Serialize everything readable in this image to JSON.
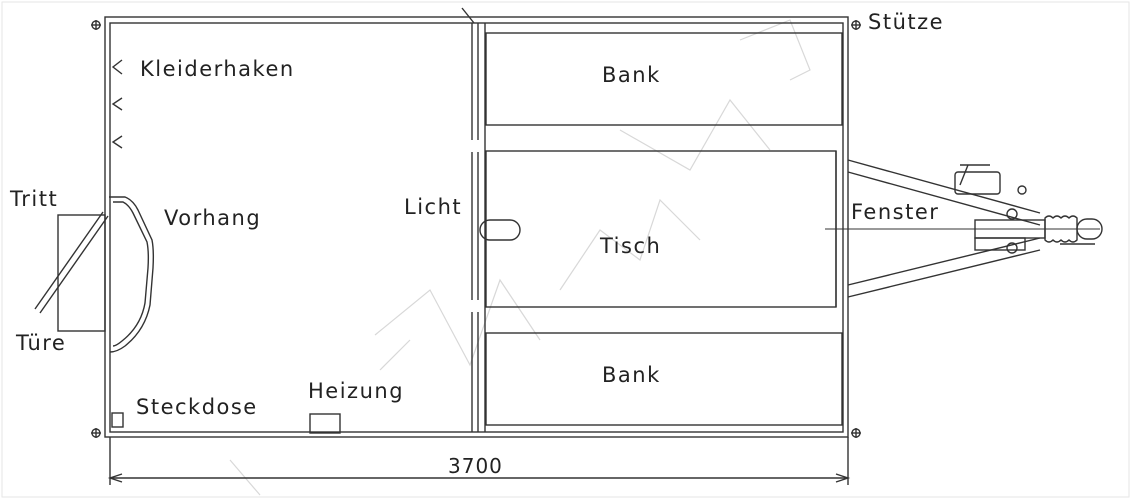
{
  "diagram": {
    "labels": {
      "stuetze": "Stütze",
      "kleiderhaken": "Kleiderhaken",
      "bank_top": "Bank",
      "tritt": "Tritt",
      "vorhang": "Vorhang",
      "licht": "Licht",
      "tisch": "Tisch",
      "fenster": "Fenster",
      "tuere": "Türe",
      "bank_bottom": "Bank",
      "heizung": "Heizung",
      "steckdose": "Steckdose"
    },
    "dimension": "3700"
  },
  "colors": {
    "line": "#333333",
    "watermark": "#d8d8d8",
    "border": "#e6e6e6"
  }
}
